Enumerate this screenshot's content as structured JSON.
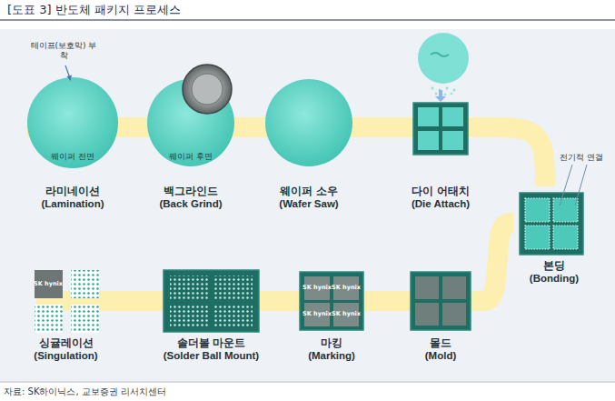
{
  "diagram": {
    "title": "[도표 3] 반도체 패키지 프로세스",
    "caption": "자료: SK하이닉스, 교보증권 리서치센터",
    "nodes": [
      {
        "text": [
          "라미네이션 (Lamination)"
        ]
      },
      {
        "text": [
          "백그라인드 (Back Grind)"
        ]
      },
      {
        "text": [
          "웨이퍼 소우 (Wafer Saw)"
        ]
      },
      {
        "text": [
          "다이 어태치 (Die Attach)"
        ]
      },
      {
        "text": [
          "본딩 (Bonding)"
        ]
      },
      {
        "text": [
          "몰드 (Mold)"
        ]
      },
      {
        "text": [
          "마킹 (Marking)"
        ]
      },
      {
        "text": [
          "솔더볼 마운트 (Solder Ball Mount)"
        ]
      },
      {
        "text": [
          "싱귤레이션 (Singulation)"
        ]
      }
    ],
    "edges": [
      {
        "from": 0,
        "to": 1,
        "arrow": "none"
      },
      {
        "from": 1,
        "to": 2,
        "arrow": "none"
      },
      {
        "from": 2,
        "to": 3,
        "arrow": "none"
      },
      {
        "from": 3,
        "to": 4,
        "arrow": "none"
      },
      {
        "from": 4,
        "to": 5,
        "arrow": "none"
      },
      {
        "from": 5,
        "to": 6,
        "arrow": "none"
      },
      {
        "from": 6,
        "to": 7,
        "arrow": "none"
      },
      {
        "from": 7,
        "to": 8,
        "arrow": "none"
      }
    ],
    "labels": [
      "테이프(보호막) 부착",
      "웨이퍼 전면",
      "웨이퍼 후면",
      "전기적 연결",
      "SK hynix",
      "SK hynix",
      "SK hynix",
      "SK hynix",
      "SK hynix"
    ]
  }
}
